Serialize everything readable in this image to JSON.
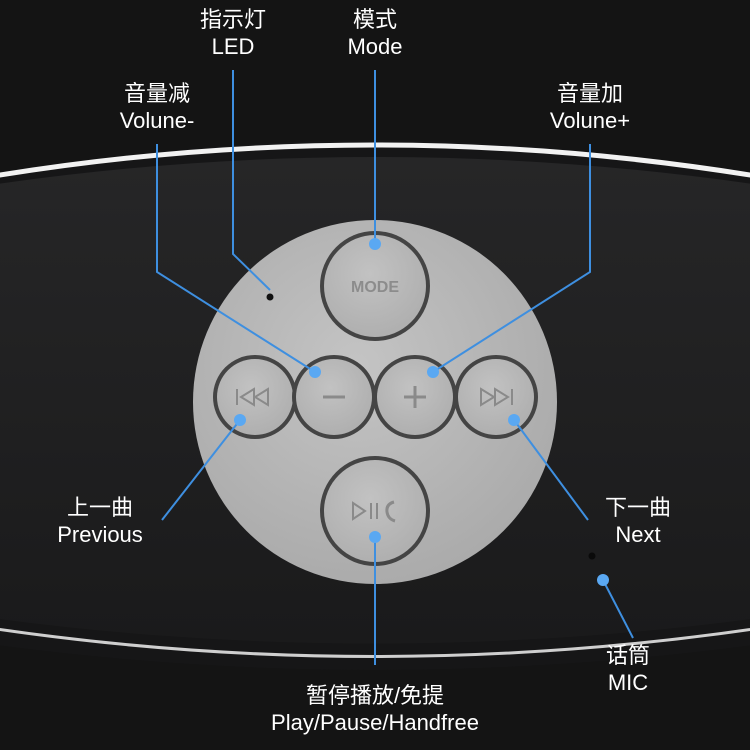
{
  "colors": {
    "background": "#141414",
    "body": "#1e1e1f",
    "rim": "#f2f2f2",
    "panel": "#b5b5b5",
    "button": "#b9b9b9",
    "button_ring": "#454545",
    "engraving": "#8a8a8a",
    "callout_line": "#3e8fe0",
    "callout_dot": "#5aa8f2"
  },
  "icons": {
    "mode": "mode-text",
    "volume_down": "minus-icon",
    "volume_up": "plus-icon",
    "previous": "skip-previous-icon",
    "next": "skip-next-icon",
    "play": "play-pause-phone-icon",
    "led": "indicator-dot-icon",
    "mic": "microphone-hole-icon"
  },
  "buttons": {
    "mode_text": "MODE"
  },
  "labels": {
    "led": {
      "zh": "指示灯",
      "en": "LED"
    },
    "mode": {
      "zh": "模式",
      "en": "Mode"
    },
    "volume_down": {
      "zh": "音量减",
      "en": "Volune-"
    },
    "volume_up": {
      "zh": "音量加",
      "en": "Volune+"
    },
    "previous": {
      "zh": "上一曲",
      "en": "Previous"
    },
    "next": {
      "zh": "下一曲",
      "en": "Next"
    },
    "mic": {
      "zh": "话筒",
      "en": "MIC"
    },
    "play": {
      "zh": "暂停播放/免提",
      "en": "Play/Pause/Handfree"
    }
  }
}
